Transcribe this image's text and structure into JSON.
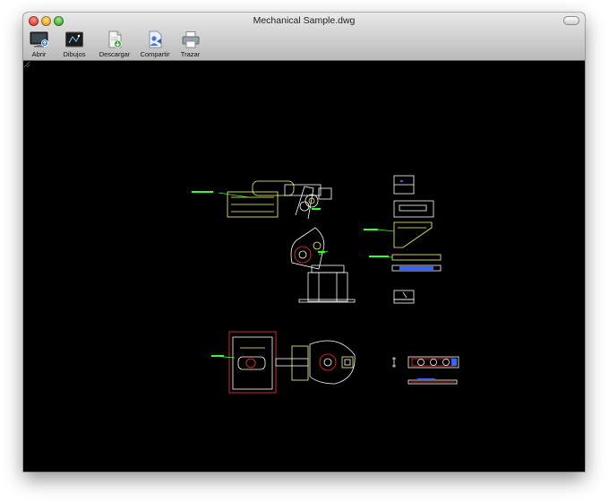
{
  "window": {
    "title": "Mechanical Sample.dwg",
    "background_color": "#000000"
  },
  "toolbar": {
    "items": [
      {
        "label": "Abrir",
        "icon": "open-monitor-icon"
      },
      {
        "label": "Dibujos",
        "icon": "drawings-icon"
      },
      {
        "label": "Descargar",
        "icon": "download-document-icon"
      },
      {
        "label": "Compartir",
        "icon": "share-user-icon"
      },
      {
        "label": "Trazar",
        "icon": "printer-icon"
      }
    ]
  },
  "drawing": {
    "colors": {
      "line": "#ffffff",
      "dimension": "#ffff66",
      "annotation": "#33ff33",
      "accent_red": "#ff3333",
      "accent_blue": "#3366ff"
    }
  }
}
